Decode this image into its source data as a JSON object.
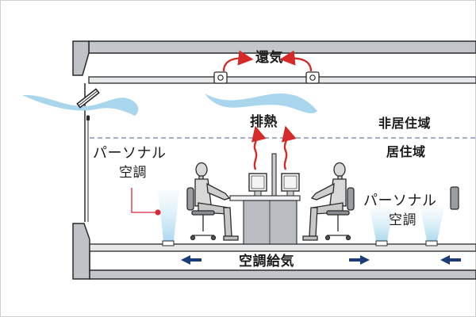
{
  "labels": {
    "return_air": "還気",
    "heat_exhaust": "排熱",
    "non_occupied_zone": "非居住域",
    "occupied_zone": "居住域",
    "personal_ac_left_line1": "パーソナル",
    "personal_ac_left_line2": "空調",
    "personal_ac_right_line1": "パーソナル",
    "personal_ac_right_line2": "空調",
    "underfloor_supply": "空調給気"
  },
  "colors": {
    "arrow_red": "#d42a2a",
    "arrow_blue": "#1a3d7a",
    "marker_red": "#d8283c",
    "structure_gray": "#bfc3c7",
    "structure_outline": "#2a2a2a",
    "zone_line": "#6a7fa6",
    "airflow_light_blue": "#a9d6ec",
    "personal_air_blue": "#b9dff0"
  },
  "icons": {
    "ceiling_fan": "ceiling-fan-icon",
    "person": "seated-person-icon",
    "monitor": "monitor-icon",
    "chair": "office-chair-icon"
  }
}
